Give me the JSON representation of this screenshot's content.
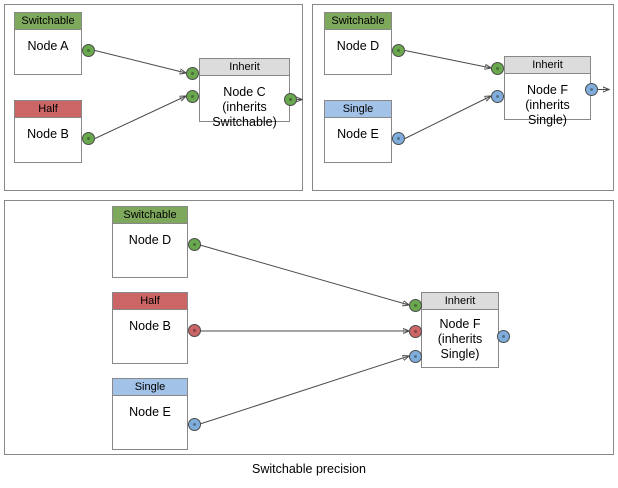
{
  "diagram": {
    "caption": "Switchable precision",
    "colors": {
      "switchable": "#7EA85C",
      "half": "#CC6666",
      "single": "#A3C2E8",
      "inherit": "#DCDCDC",
      "port_green": "#6AA84F",
      "port_red": "#CC6666",
      "port_blue": "#7FAEDC",
      "stroke": "#888888",
      "edge": "#4a4a4a"
    },
    "panels": [
      {
        "id": "panel-top-left",
        "nodes": [
          {
            "id": "node-a",
            "header": "Switchable",
            "header_style": "switchable",
            "lines": [
              "Node A"
            ]
          },
          {
            "id": "node-b-tl",
            "header": "Half",
            "header_style": "half",
            "lines": [
              "Node B"
            ]
          },
          {
            "id": "node-c",
            "header": "Inherit",
            "header_style": "inherit",
            "lines": [
              "Node C",
              "(inherits",
              "Switchable)"
            ]
          }
        ],
        "ports": [
          {
            "id": "node-a-out",
            "color": "green"
          },
          {
            "id": "node-b-out",
            "color": "green"
          },
          {
            "id": "node-c-in-1",
            "color": "green"
          },
          {
            "id": "node-c-in-2",
            "color": "green"
          },
          {
            "id": "node-c-out",
            "color": "green"
          }
        ],
        "edges": [
          {
            "from": "node-a-out",
            "to": "node-c-in-1"
          },
          {
            "from": "node-b-out",
            "to": "node-c-in-2"
          },
          {
            "from": "node-c-out",
            "to": "outside"
          }
        ]
      },
      {
        "id": "panel-top-right",
        "nodes": [
          {
            "id": "node-d-tr",
            "header": "Switchable",
            "header_style": "switchable",
            "lines": [
              "Node D"
            ]
          },
          {
            "id": "node-e-tr",
            "header": "Single",
            "header_style": "single",
            "lines": [
              "Node E"
            ]
          },
          {
            "id": "node-f-tr",
            "header": "Inherit",
            "header_style": "inherit",
            "lines": [
              "Node F",
              "(inherits",
              "Single)"
            ]
          }
        ],
        "ports": [
          {
            "id": "node-d-out",
            "color": "green"
          },
          {
            "id": "node-e-out",
            "color": "blue"
          },
          {
            "id": "node-f-in-1",
            "color": "green"
          },
          {
            "id": "node-f-in-2",
            "color": "blue"
          },
          {
            "id": "node-f-out",
            "color": "blue"
          }
        ],
        "edges": [
          {
            "from": "node-d-out",
            "to": "node-f-in-1"
          },
          {
            "from": "node-e-out",
            "to": "node-f-in-2"
          },
          {
            "from": "node-f-out",
            "to": "outside"
          }
        ]
      },
      {
        "id": "panel-bottom",
        "nodes": [
          {
            "id": "node-d-b",
            "header": "Switchable",
            "header_style": "switchable",
            "lines": [
              "Node D"
            ]
          },
          {
            "id": "node-b-b",
            "header": "Half",
            "header_style": "half",
            "lines": [
              "Node B"
            ]
          },
          {
            "id": "node-e-b",
            "header": "Single",
            "header_style": "single",
            "lines": [
              "Node E"
            ]
          },
          {
            "id": "node-f-b",
            "header": "Inherit",
            "header_style": "inherit",
            "lines": [
              "Node F",
              "(inherits",
              "Single)"
            ]
          }
        ],
        "ports": [
          {
            "id": "node-d-b-out",
            "color": "green"
          },
          {
            "id": "node-b-b-out",
            "color": "red"
          },
          {
            "id": "node-e-b-out",
            "color": "blue"
          },
          {
            "id": "node-f-b-in-1",
            "color": "green"
          },
          {
            "id": "node-f-b-in-2",
            "color": "red"
          },
          {
            "id": "node-f-b-in-3",
            "color": "blue"
          },
          {
            "id": "node-f-b-out",
            "color": "blue"
          }
        ],
        "edges": [
          {
            "from": "node-d-b-out",
            "to": "node-f-b-in-1"
          },
          {
            "from": "node-b-b-out",
            "to": "node-f-b-in-2"
          },
          {
            "from": "node-e-b-out",
            "to": "node-f-b-in-3"
          }
        ]
      }
    ]
  }
}
